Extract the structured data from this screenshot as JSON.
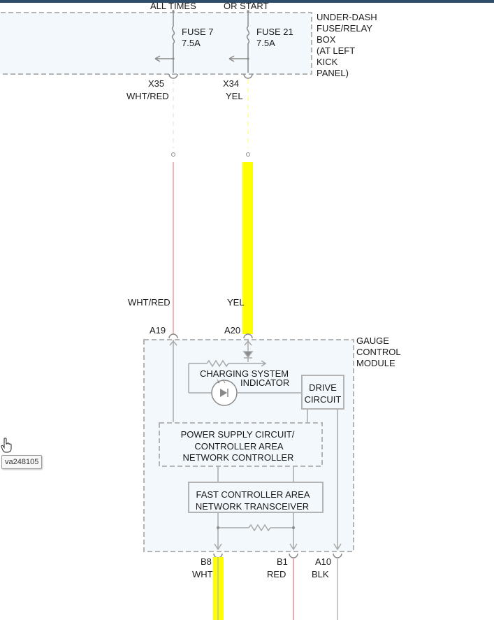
{
  "fuse_box": {
    "power_labels": [
      "ALL TIMES",
      "OR START"
    ],
    "fuses": [
      {
        "name": "FUSE 7",
        "rating": "7.5A"
      },
      {
        "name": "FUSE 21",
        "rating": "7.5A"
      }
    ],
    "label_lines": [
      "UNDER-DASH",
      "FUSE/RELAY",
      "BOX",
      "(AT LEFT",
      "KICK",
      "PANEL)"
    ],
    "connectors": [
      {
        "pin": "X35",
        "wire": "WHT/RED"
      },
      {
        "pin": "X34",
        "wire": "YEL"
      }
    ]
  },
  "module_inputs": [
    {
      "wire": "WHT/RED",
      "pin": "A19"
    },
    {
      "wire": "YEL",
      "pin": "A20"
    }
  ],
  "module": {
    "label_lines": [
      "GAUGE",
      "CONTROL",
      "MODULE"
    ],
    "indicator_lines": [
      "CHARGING SYSTEM",
      "INDICATOR"
    ],
    "drive_lines": [
      "DRIVE",
      "CIRCUIT"
    ],
    "power_lines": [
      "POWER SUPPLY CIRCUIT/",
      "CONTROLLER AREA",
      "NETWORK CONTROLLER"
    ],
    "transceiver_lines": [
      "FAST CONTROLLER AREA",
      "NETWORK TRANSCEIVER"
    ]
  },
  "outputs": [
    {
      "pin": "B8",
      "wire": "WHT"
    },
    {
      "pin": "B1",
      "wire": "RED"
    },
    {
      "pin": "A10",
      "wire": "BLK"
    }
  ],
  "tooltip": "va248105",
  "colors": {
    "yel": "#ffff00",
    "wht_red": "#f4b4b4",
    "red": "#f0a8a8",
    "blk": "#c8c8c8",
    "wht": "#eeeeee",
    "box_fill": "#f3f8fc",
    "dash": "#b4b4b4",
    "inner_line": "#a8a8a8"
  },
  "icons": [
    "fuse-icon",
    "led-icon",
    "resistor-icon",
    "hand-cursor-icon"
  ]
}
